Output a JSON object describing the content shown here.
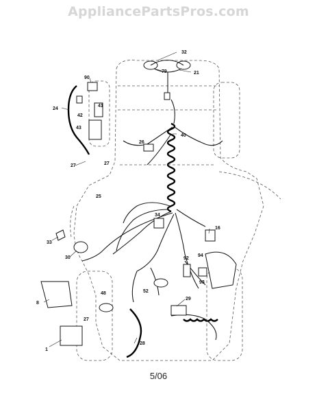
{
  "header": {
    "watermark": "AppliancePartsPros.com"
  },
  "footer": {
    "page_date": "5/06"
  },
  "callouts": [
    "32",
    "79",
    "21",
    "90",
    "41",
    "24",
    "42",
    "43",
    "40",
    "26",
    "27",
    "27",
    "25",
    "34",
    "16",
    "33",
    "30",
    "92",
    "94",
    "93",
    "8",
    "48",
    "52",
    "29",
    "27",
    "1",
    "28"
  ]
}
